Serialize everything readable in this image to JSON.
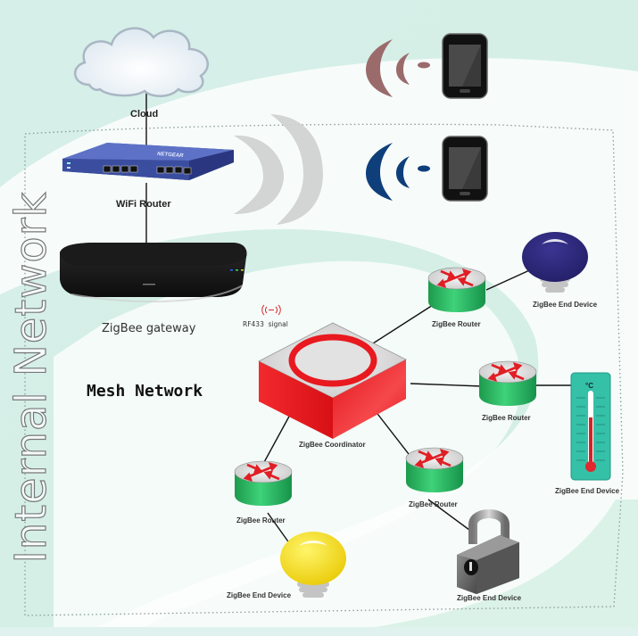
{
  "title": "Internal Network",
  "subtitle": "Mesh Network",
  "colors": {
    "background": "#dff2ee",
    "router_green": "#22b35a",
    "coordinator_red": "#e8191f",
    "wifi_signal_brown": "#9b6b6b",
    "wifi_signal_blue": "#0e3f7a",
    "netgear_blue": "#3a4fa0",
    "bulb_purple": "#2e2a7a",
    "bulb_yellow": "#f4e21a",
    "thermometer_teal": "#35c0a8",
    "rf_red": "#e0282e"
  },
  "nodes": {
    "cloud": {
      "label": "Cloud",
      "icon": "cloud-icon"
    },
    "wifi_router": {
      "label": "WiFi Router",
      "brand": "NETGEAR",
      "icon": "network-switch-icon"
    },
    "gateway": {
      "label": "ZigBee gateway",
      "icon": "gateway-box-icon"
    },
    "rf_signal": {
      "label": "RF433  signal",
      "icon": "rf-signal-icon"
    },
    "phone_top": {
      "icon": "smartphone-icon",
      "signal": "wifi-signal-icon"
    },
    "phone_bottom": {
      "icon": "smartphone-icon",
      "signal": "wifi-signal-icon"
    },
    "coordinator": {
      "label": "ZigBee Coordinator",
      "icon": "coordinator-icon"
    },
    "router_top": {
      "label": "ZigBee Router",
      "icon": "router-icon"
    },
    "router_right": {
      "label": "ZigBee Router",
      "icon": "router-icon"
    },
    "router_mid": {
      "label": "ZigBee Router",
      "icon": "router-icon"
    },
    "router_left": {
      "label": "ZigBee Router",
      "icon": "router-icon"
    },
    "end_bulb_purple": {
      "label": "ZigBee End Device",
      "icon": "light-bulb-icon"
    },
    "end_thermometer": {
      "label": "ZigBee End Device",
      "icon": "thermometer-icon",
      "unit": "°C"
    },
    "end_bulb_yellow": {
      "label": "ZigBee End Device",
      "icon": "light-bulb-icon"
    },
    "end_lock": {
      "label": "ZigBee End Device",
      "icon": "padlock-icon"
    }
  },
  "links": [
    [
      "cloud",
      "wifi_router"
    ],
    [
      "wifi_router",
      "gateway"
    ],
    [
      "coordinator",
      "router_top"
    ],
    [
      "coordinator",
      "router_right"
    ],
    [
      "coordinator",
      "router_mid"
    ],
    [
      "coordinator",
      "router_left"
    ],
    [
      "router_top",
      "end_bulb_purple"
    ],
    [
      "router_right",
      "end_thermometer"
    ],
    [
      "router_left",
      "end_bulb_yellow"
    ],
    [
      "router_mid",
      "end_lock"
    ]
  ]
}
